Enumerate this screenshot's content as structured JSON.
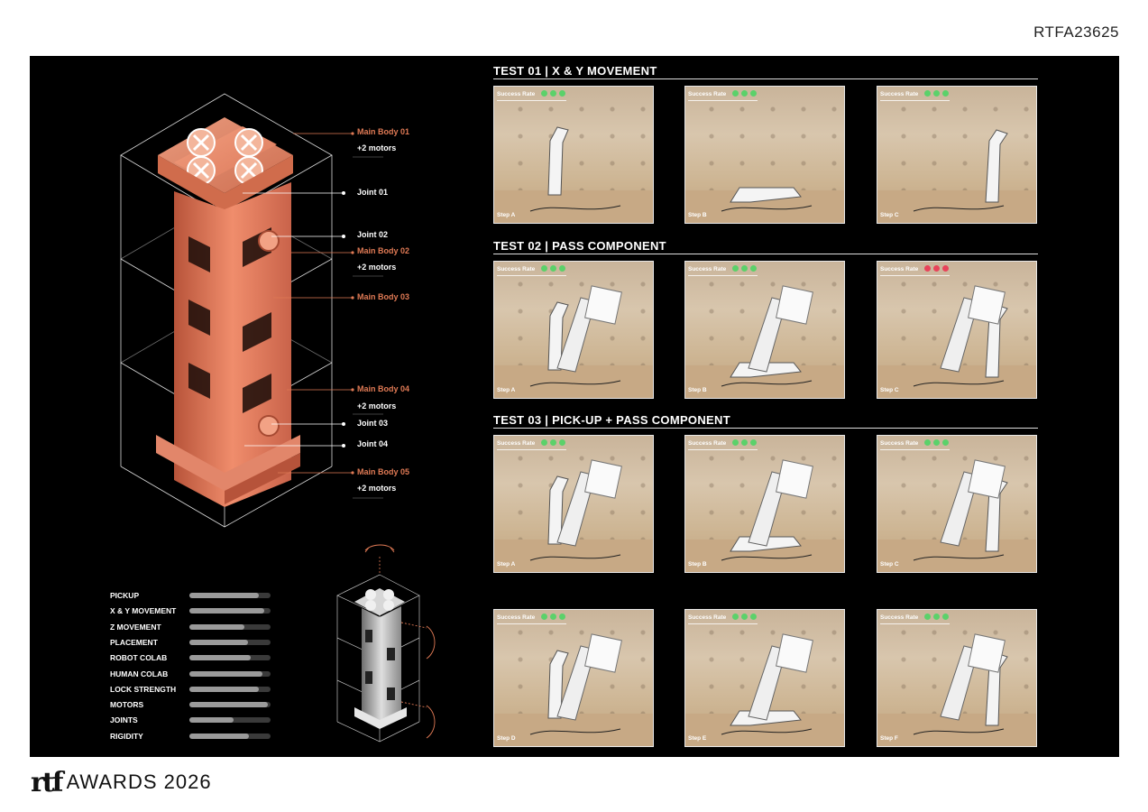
{
  "header": {
    "code": "RTFA23625"
  },
  "callouts": [
    {
      "label": "Main Body 01",
      "tone": "copper"
    },
    {
      "label": "+2 motors",
      "tone": "white"
    },
    {
      "label": "Joint 01",
      "tone": "white"
    },
    {
      "label": "Joint 02",
      "tone": "white"
    },
    {
      "label": "Main Body 02",
      "tone": "copper"
    },
    {
      "label": "+2 motors",
      "tone": "white"
    },
    {
      "label": "Main Body 03",
      "tone": "copper"
    },
    {
      "label": "Main Body 04",
      "tone": "copper"
    },
    {
      "label": "+2 motors",
      "tone": "white"
    },
    {
      "label": "Joint 03",
      "tone": "white"
    },
    {
      "label": "Joint 04",
      "tone": "white"
    },
    {
      "label": "Main Body 05",
      "tone": "copper"
    },
    {
      "label": "+2 motors",
      "tone": "white"
    }
  ],
  "tests": [
    {
      "title": "TEST 01 | X & Y MOVEMENT",
      "photos": [
        {
          "success_label": "Success Rate",
          "rate": [
            "green",
            "green",
            "green"
          ],
          "step": "Step A"
        },
        {
          "success_label": "Success Rate",
          "rate": [
            "green",
            "green",
            "green"
          ],
          "step": "Step B"
        },
        {
          "success_label": "Success Rate",
          "rate": [
            "green",
            "green",
            "green"
          ],
          "step": "Step C"
        }
      ]
    },
    {
      "title": "TEST 02 | PASS COMPONENT",
      "photos": [
        {
          "success_label": "Success Rate",
          "rate": [
            "green",
            "green",
            "green"
          ],
          "step": "Step A"
        },
        {
          "success_label": "Success Rate",
          "rate": [
            "green",
            "green",
            "green"
          ],
          "step": "Step B"
        },
        {
          "success_label": "Success Rate",
          "rate": [
            "red",
            "red",
            "red"
          ],
          "step": "Step C"
        }
      ]
    },
    {
      "title": "TEST 03 | PICK-UP + PASS COMPONENT",
      "photos": [
        {
          "success_label": "Success Rate",
          "rate": [
            "green",
            "green",
            "green"
          ],
          "step": "Step A"
        },
        {
          "success_label": "Success Rate",
          "rate": [
            "green",
            "green",
            "green"
          ],
          "step": "Step B"
        },
        {
          "success_label": "Success Rate",
          "rate": [
            "green",
            "green",
            "green"
          ],
          "step": "Step C"
        },
        {
          "success_label": "Success Rate",
          "rate": [
            "green",
            "green",
            "green"
          ],
          "step": "Step D"
        },
        {
          "success_label": "Success Rate",
          "rate": [
            "green",
            "green",
            "green"
          ],
          "step": "Step E"
        },
        {
          "success_label": "Success Rate",
          "rate": [
            "green",
            "green",
            "green"
          ],
          "step": "Step F"
        }
      ]
    }
  ],
  "metrics": [
    {
      "label": "PICKUP",
      "value": 0.85
    },
    {
      "label": "X & Y MOVEMENT",
      "value": 0.92
    },
    {
      "label": "Z MOVEMENT",
      "value": 0.68
    },
    {
      "label": "PLACEMENT",
      "value": 0.72
    },
    {
      "label": "ROBOT COLAB",
      "value": 0.76
    },
    {
      "label": "HUMAN COLAB",
      "value": 0.9
    },
    {
      "label": "LOCK STRENGTH",
      "value": 0.86
    },
    {
      "label": "MOTORS",
      "value": 0.97
    },
    {
      "label": "JOINTS",
      "value": 0.54
    },
    {
      "label": "RIGIDITY",
      "value": 0.73
    }
  ],
  "colors": {
    "accent": "#e07a55",
    "success": "#5bd16a",
    "fail": "#e8435a",
    "panel": "#000000"
  },
  "footer": {
    "logo_mark": "rtf",
    "logo_text": "AWARDS 2026"
  }
}
